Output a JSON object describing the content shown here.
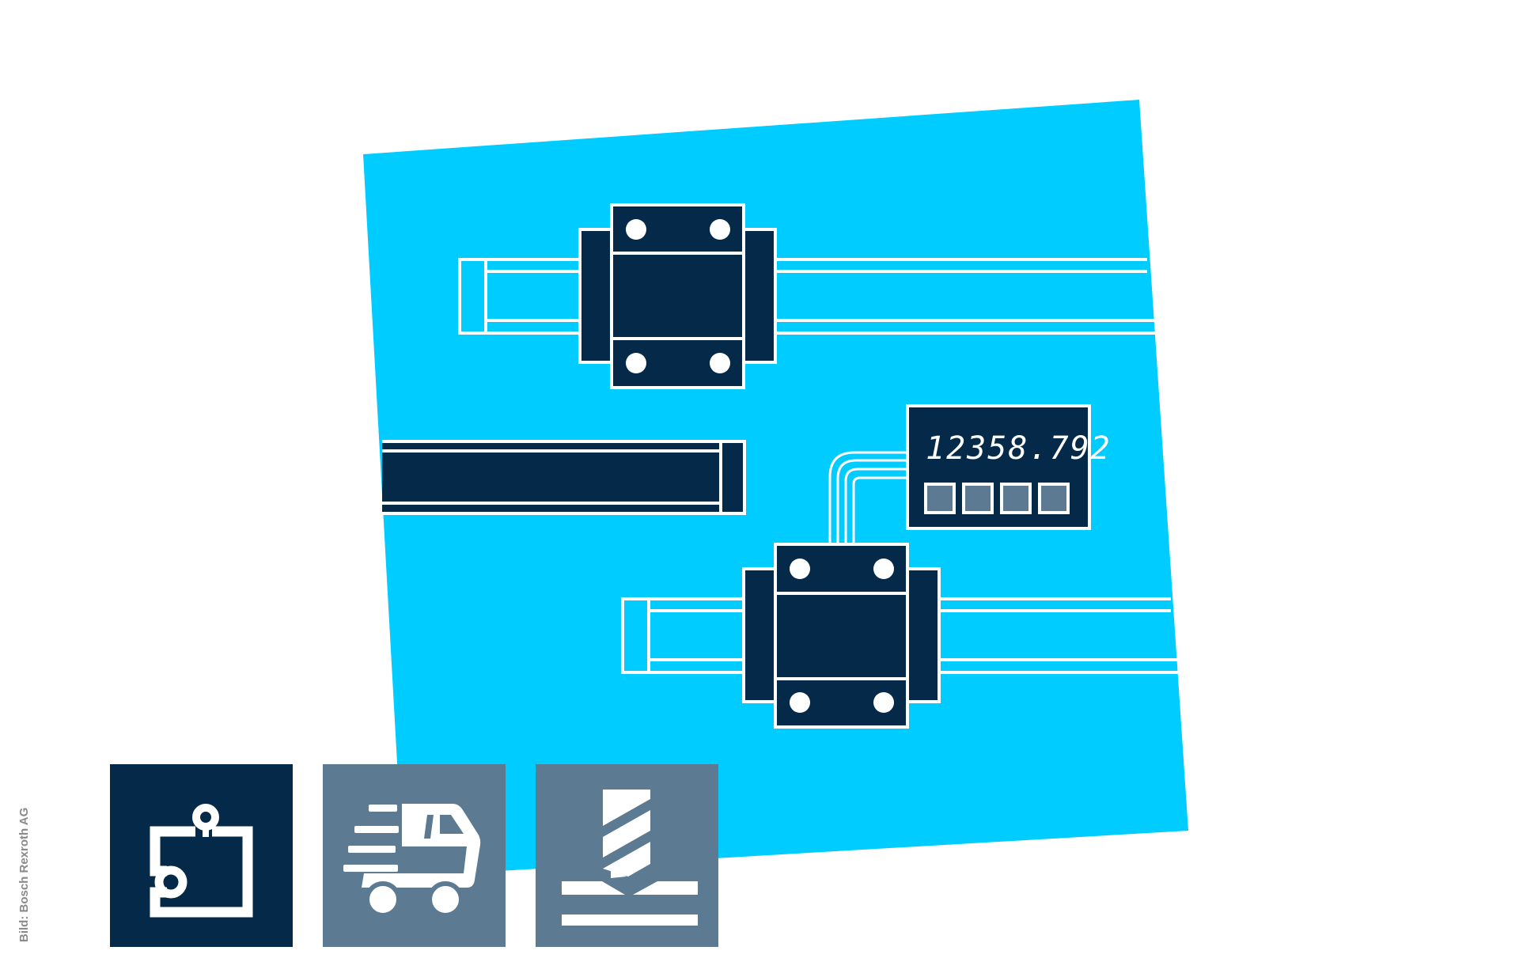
{
  "colors": {
    "background": "#ffffff",
    "panel": "#00ccff",
    "navy": "#052949",
    "slate": "#5c7a91",
    "line": "#ffffff",
    "credit": "#8a8a8a"
  },
  "display": {
    "readout": "12358.792",
    "buttons": 4
  },
  "tiles": [
    {
      "icon": "puzzle-piece-number-5-icon",
      "color": "#052949"
    },
    {
      "icon": "fast-delivery-truck-icon",
      "color": "#5c7a91"
    },
    {
      "icon": "drill-bit-machining-icon",
      "color": "#5c7a91"
    }
  ],
  "credit": "Bild: Bosch Rexroth AG"
}
